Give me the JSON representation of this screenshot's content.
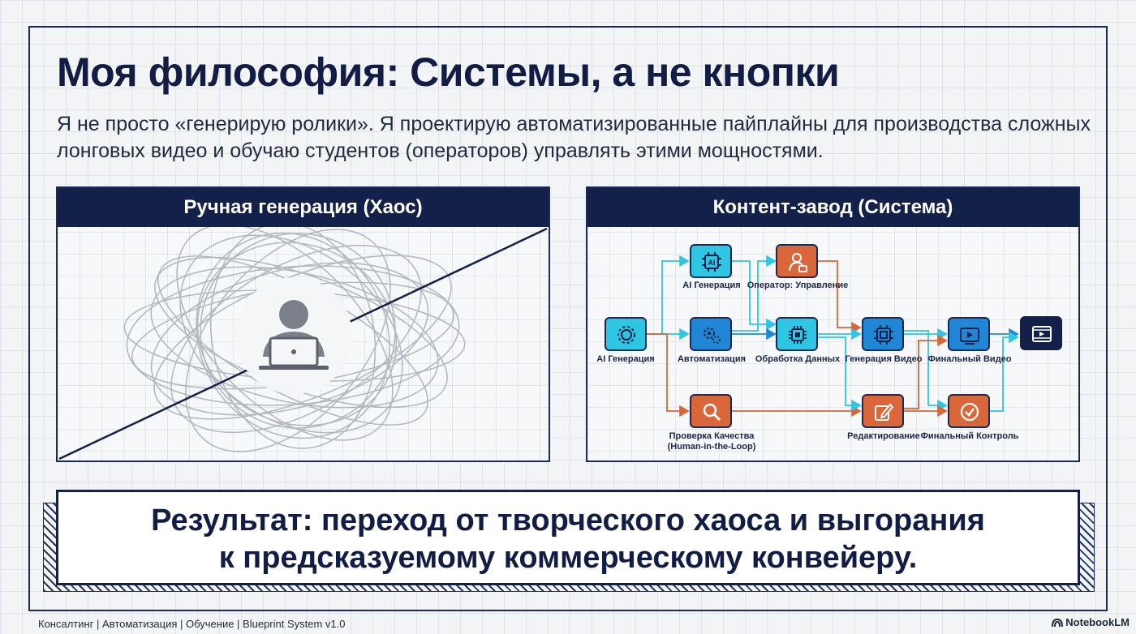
{
  "title": "Моя философия: Системы, а не кнопки",
  "subtitle": "Я не просто «генерирую ролики». Я проектирую автоматизированные пайплайны для производства сложных лонговых видео и обучаю студентов (операторов) управлять этими мощностями.",
  "left_panel": {
    "header": "Ручная генерация (Хаос)",
    "icon": "person-at-laptop-icon"
  },
  "right_panel": {
    "header": "Контент-завод (Система)",
    "nodes": [
      {
        "label": "AI Генерация",
        "icon": "gear-cog-icon",
        "color": "#2ec6e3"
      },
      {
        "label": "AI Генерация",
        "icon": "ai-chip-icon",
        "color": "#2ec6e3"
      },
      {
        "label": "Автоматизация",
        "icon": "gears-icon",
        "color": "#1f87d6"
      },
      {
        "label": "Проверка Качества (Human-in-the-Loop)",
        "icon": "magnifier-icon",
        "color": "#d9673a"
      },
      {
        "label": "Оператор: Управление",
        "icon": "operator-icon",
        "color": "#d9673a"
      },
      {
        "label": "Обработка Данных",
        "icon": "cpu-chip-icon",
        "color": "#2ec6e3"
      },
      {
        "label": "Генерация Видео",
        "icon": "processor-icon",
        "color": "#1f87d6"
      },
      {
        "label": "Редактирование",
        "icon": "edit-pen-icon",
        "color": "#d9673a"
      },
      {
        "label": "Финальный Видео",
        "icon": "video-play-icon",
        "color": "#1f87d6"
      },
      {
        "label": "Финальный Контроль",
        "icon": "check-circle-icon",
        "color": "#d9673a"
      },
      {
        "label": "",
        "icon": "film-play-icon",
        "color": "#13214a"
      }
    ]
  },
  "result": {
    "line1": "Результат: переход от творческого хаоса и выгорания",
    "line2": "к предсказуемому коммерческому конвейеру."
  },
  "footer": {
    "left": "Консалтинг | Автоматизация | Обучение | Blueprint System v1.0",
    "right": "NotebookLM"
  },
  "colors": {
    "navy": "#13214a",
    "teal": "#2ec6e3",
    "blue": "#1f87d6",
    "orange": "#d9673a"
  }
}
